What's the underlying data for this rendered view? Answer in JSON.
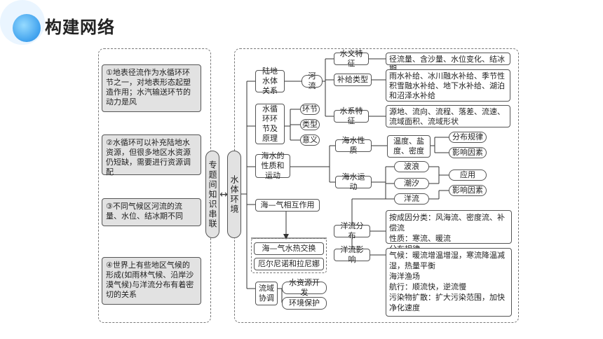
{
  "header": {
    "title": "构建网络"
  },
  "left_panel": {
    "items": [
      "①地表径流作为水循环环节之一，对地表形态起塑造作用；水汽输送环节的动力是风",
      "②水循环可以补充陆地水资源，但很多地区水资源仍短缺，需要进行资源调配",
      "③不同气候区河流的流量、水位、结冰期不同",
      "④世界上有些地区气候的形成(如雨林气候、沿岸沙漠气候)与洋流分布有着密切的关系"
    ],
    "topic_label": "专题间知识串联"
  },
  "arrow": "↔",
  "root": "水体环境",
  "nodes": {
    "land_water": "陆地水体关系",
    "river": "河流",
    "hydro_feature": "水文特征",
    "hydro_detail": "径流量、含沙量、水位变化、结冰期",
    "supply_type": "补给类型",
    "supply_detail": "雨水补给、冰川融水补给、季节性积雪融水补给、地下水补给、湖泊和沼泽水补给",
    "system_feature": "水系特征",
    "system_detail": "源地、流向、流程、落差、流速、流域面积、流域形状",
    "cycle": "水循环环节及原理",
    "cycle_items": [
      "环节",
      "类型",
      "意义"
    ],
    "sea_props": "海水的性质和运动",
    "sea_nature": "海水性质",
    "sea_nature_detail": "温度、盐度、密度",
    "distribution_law": "分布规律",
    "influence1": "影响因素",
    "sea_motion": "海水运动",
    "wave": "波浪",
    "tide": "潮汐",
    "current": "洋流",
    "application": "应用",
    "influence2": "影响因素",
    "current_dist": "洋流分布",
    "current_dist_detail": "按成因分类：风海流、密度流、补偿流\n性质：寒流、暖流\n分布规律",
    "current_effect": "洋流影响",
    "current_effect_detail": "气候：暖流增温增湿，寒流降温减湿，热量平衡\n海洋渔场\n航行：顺流快，逆流慢\n污染物扩散：扩大污染范围，加快净化速度",
    "sea_air": "海—气相互作用",
    "heat_exchange": "海—气水热交换",
    "enso": "厄尔尼诺和拉尼娜",
    "basin": "流域协调",
    "water_dev": "水资源开发",
    "env_protect": "环境保护"
  }
}
